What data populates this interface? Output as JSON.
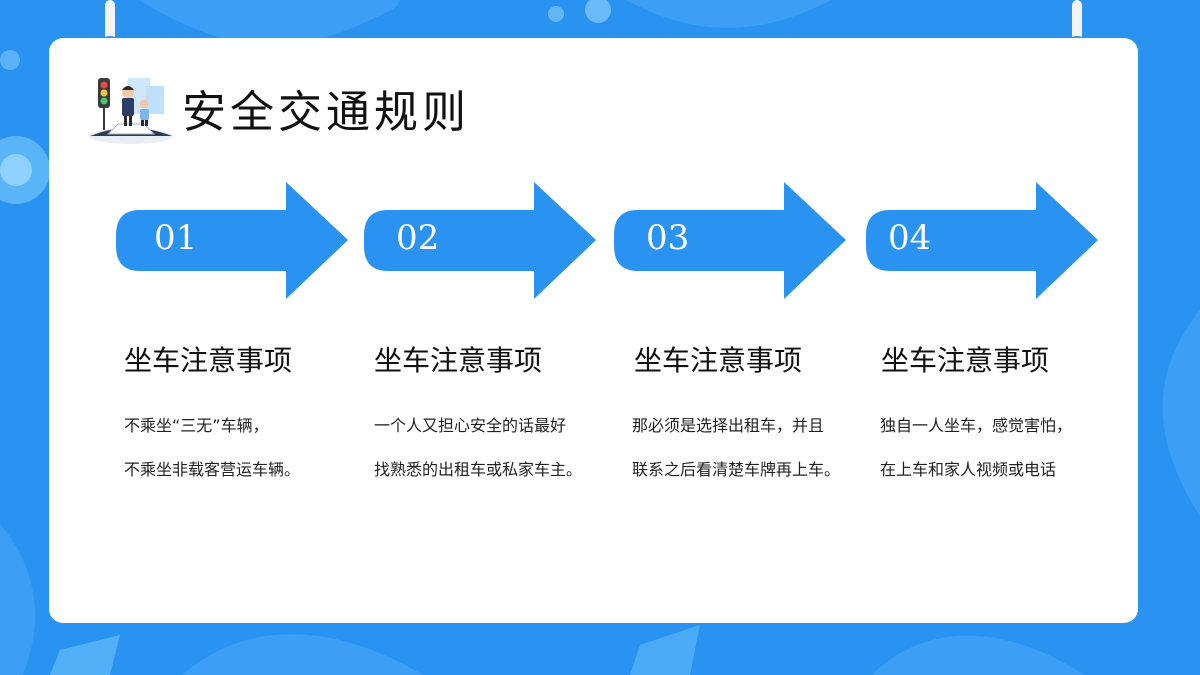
{
  "slide": {
    "title": "安全交通规则",
    "colors": {
      "accent": "#2a93f2",
      "background": "#2a93f2",
      "card": "#ffffff"
    },
    "title_icon": "traffic-police-illustration"
  },
  "steps": [
    {
      "number": "01",
      "heading": "坐车注意事项",
      "lines": [
        "不乘坐“三无”车辆，",
        "不乘坐非载客营运车辆。"
      ]
    },
    {
      "number": "02",
      "heading": "坐车注意事项",
      "lines": [
        "一个人又担心安全的话最好",
        "找熟悉的出租车或私家车主。"
      ]
    },
    {
      "number": "03",
      "heading": "坐车注意事项",
      "lines": [
        "那必须是选择出租车，并且",
        "联系之后看清楚车牌再上车。"
      ]
    },
    {
      "number": "04",
      "heading": "坐车注意事项",
      "lines": [
        "独自一人坐车，感觉害怕，",
        "在上车和家人视频或电话"
      ]
    }
  ]
}
